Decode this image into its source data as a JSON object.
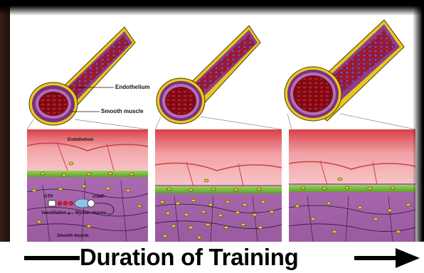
{
  "labels": {
    "endothelium_side": "Endothelium",
    "smooth_muscle_side": "Smooth muscle",
    "endothelium_inset": "Endothelium",
    "gtp": "GTP",
    "cgmp": "cGMP",
    "vasodilation": "Vasodilation",
    "myosin_relaxes": "Myosin relaxes",
    "smooth_muscle_inset": "Smooth muscle"
  },
  "footer": {
    "title": "Duration of Training"
  },
  "colors": {
    "blood": "#8e0b14",
    "endothelium_pink": "#f2b3b6",
    "basement_green": "#7cc043",
    "smooth_muscle_purple": "#b675b8",
    "vessel_gold": "#e8c81e"
  },
  "icons": {
    "arrow_left": "left-arrow-line",
    "arrow_right": "right-arrow-head"
  }
}
